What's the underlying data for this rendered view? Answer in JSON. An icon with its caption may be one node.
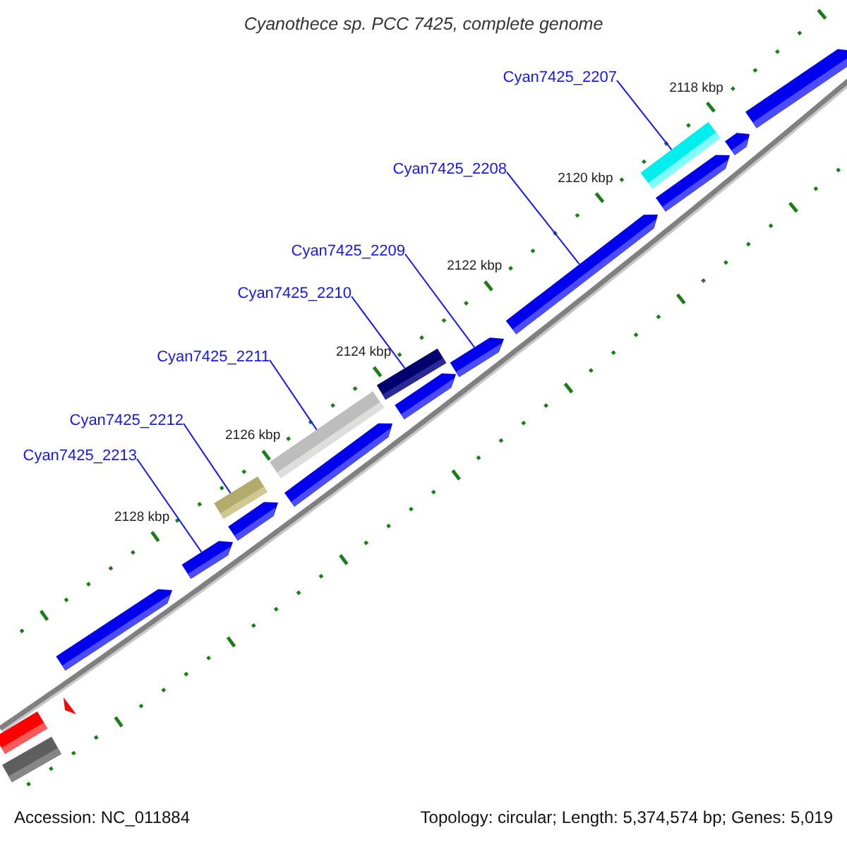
{
  "diagram": {
    "title": "Cyanothece sp. PCC 7425, complete genome",
    "nodes": [
      {
        "text": [
          "Cyan7425_2207"
        ]
      },
      {
        "text": [
          "Cyan7425_2208"
        ]
      },
      {
        "text": [
          "Cyan7425_2209"
        ]
      },
      {
        "text": [
          "Cyan7425_2210"
        ]
      },
      {
        "text": [
          "Cyan7425_2211"
        ]
      },
      {
        "text": [
          "Cyan7425_2212"
        ]
      },
      {
        "text": [
          "Cyan7425_2213"
        ]
      },
      {
        "text": [],
        "shape": "bar"
      },
      {
        "text": [],
        "shape": "arrow"
      },
      {
        "text": [],
        "shape": "arrow"
      },
      {
        "text": [],
        "shape": "bar"
      },
      {
        "text": [],
        "shape": "bar"
      },
      {
        "text": [],
        "shape": "bar"
      },
      {
        "text": [],
        "shape": "arrow"
      }
    ],
    "edges": [
      {
        "from": 0,
        "to": 7,
        "arrow": "none"
      },
      {
        "from": 1,
        "to": 8,
        "arrow": "none"
      },
      {
        "from": 2,
        "to": 9,
        "arrow": "none"
      },
      {
        "from": 3,
        "to": 10,
        "arrow": "none"
      },
      {
        "from": 4,
        "to": 11,
        "arrow": "none"
      },
      {
        "from": 5,
        "to": 12,
        "arrow": "none"
      },
      {
        "from": 6,
        "to": 13,
        "arrow": "none"
      }
    ],
    "labels": [
      "2118 kbp",
      "2120 kbp",
      "2122 kbp",
      "2124 kbp",
      "2126 kbp",
      "2128 kbp",
      "Accession: NC_011884",
      "Topology: circular; Length: 5,374,574 bp; Genes: 5,019"
    ]
  }
}
